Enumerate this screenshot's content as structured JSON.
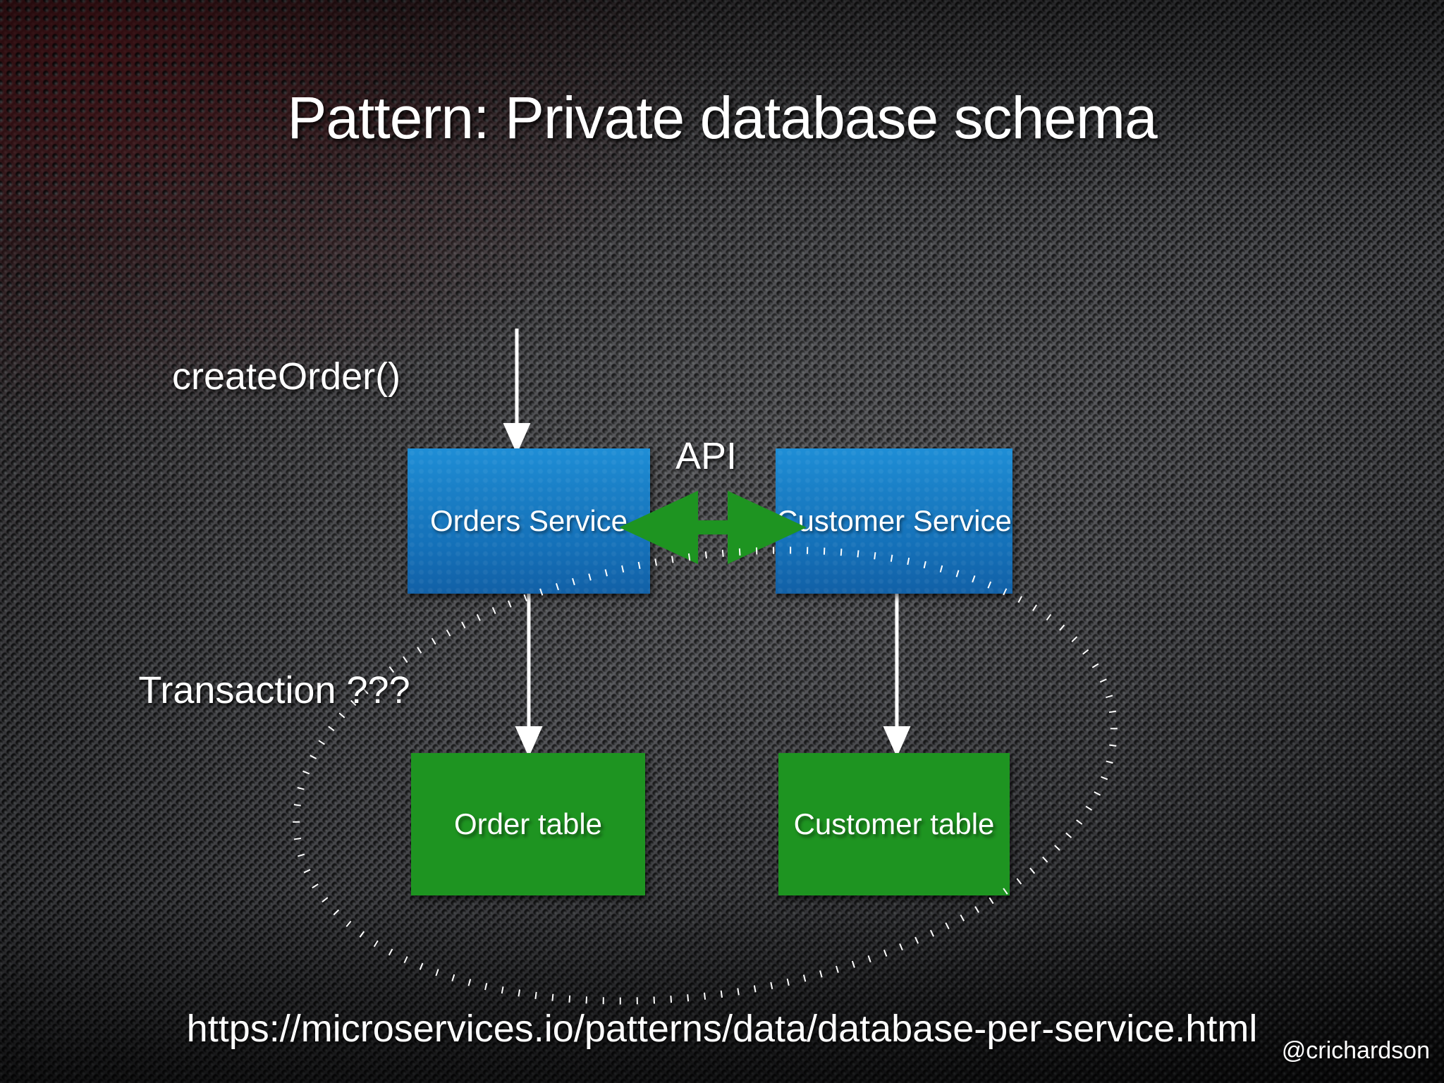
{
  "slide": {
    "title": "Pattern: Private database schema",
    "footer_url": "https://microservices.io/patterns/data/database-per-service.html",
    "author_handle": "@crichardson"
  },
  "labels": {
    "create_order": "createOrder()",
    "api": "API",
    "transaction": "Transaction ???"
  },
  "nodes": [
    {
      "id": "orders-service",
      "label": "Orders Service",
      "kind": "service",
      "color": "#1a7fc6"
    },
    {
      "id": "customer-service",
      "label": "Customer\nService",
      "kind": "service",
      "color": "#1a7fc6"
    },
    {
      "id": "order-table",
      "label": "Order\ntable",
      "kind": "table",
      "color": "#1e9421"
    },
    {
      "id": "customer-table",
      "label": "Customer\ntable",
      "kind": "table",
      "color": "#1e9421"
    }
  ],
  "connectors": [
    {
      "id": "create-order-arrow",
      "from": "createOrder()",
      "to": "orders-service",
      "style": "solid-arrow",
      "color": "#ffffff"
    },
    {
      "id": "api-arrow",
      "from": "orders-service",
      "to": "customer-service",
      "style": "double-arrow",
      "color": "#1e9421"
    },
    {
      "id": "orders-to-order-table",
      "from": "orders-service",
      "to": "order-table",
      "style": "solid-arrow",
      "color": "#ffffff"
    },
    {
      "id": "customer-to-customer-table",
      "from": "customer-service",
      "to": "customer-table",
      "style": "solid-arrow",
      "color": "#ffffff"
    },
    {
      "id": "transaction-boundary",
      "from": "transaction",
      "to": "all-nodes",
      "style": "dotted-ellipse",
      "color": "#ffffff"
    }
  ],
  "colors": {
    "background": "#2e2e32",
    "service_blue": "#1a7fc6",
    "table_green": "#1e9421",
    "arrow_green": "#1e9421",
    "text": "#ffffff"
  }
}
